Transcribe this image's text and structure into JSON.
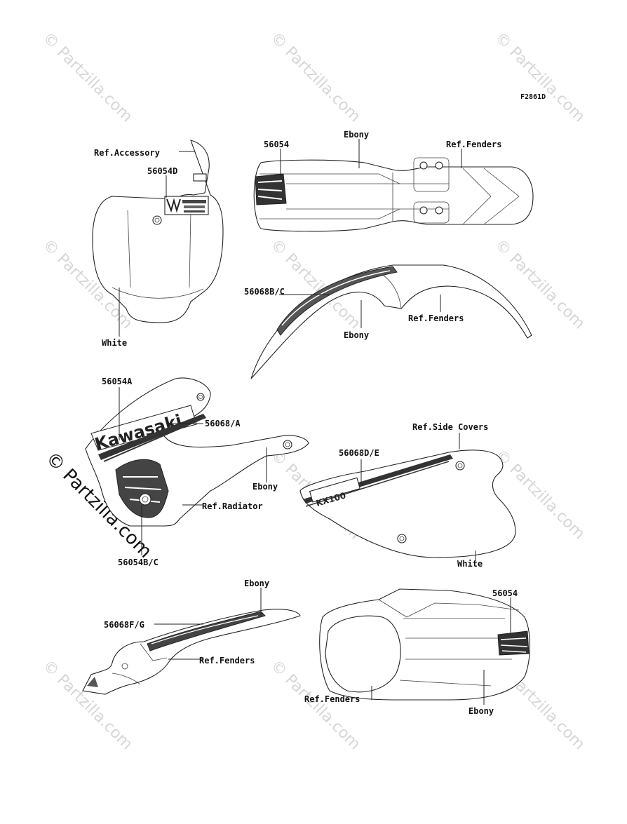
{
  "figure_code": "F2861D",
  "watermark": "© Partzilla.com",
  "labels": {
    "ref_accessory": "Ref.Accessory",
    "p56054D": "56054D",
    "white_1": "White",
    "p56054_top": "56054",
    "ebony_top": "Ebony",
    "ref_fenders_top": "Ref.Fenders",
    "p56068BC": "56068B/C",
    "ebony_front_fender": "Ebony",
    "ref_fenders_front": "Ref.Fenders",
    "p56054A": "56054A",
    "p56068A": "56068/A",
    "ebony_shroud": "Ebony",
    "ref_radiator": "Ref.Radiator",
    "p56054BC": "56054B/C",
    "ref_side_covers": "Ref.Side Covers",
    "p56068DE": "56068D/E",
    "white_2": "White",
    "ebony_rear": "Ebony",
    "p56068FG": "56068F/G",
    "ref_fenders_rear": "Ref.Fenders",
    "p56054_rear": "56054",
    "ref_fenders_rear_top": "Ref.Fenders",
    "ebony_rear_top": "Ebony"
  },
  "decal_text": {
    "kawasaki": "Kawasaki",
    "model": "KX100"
  }
}
